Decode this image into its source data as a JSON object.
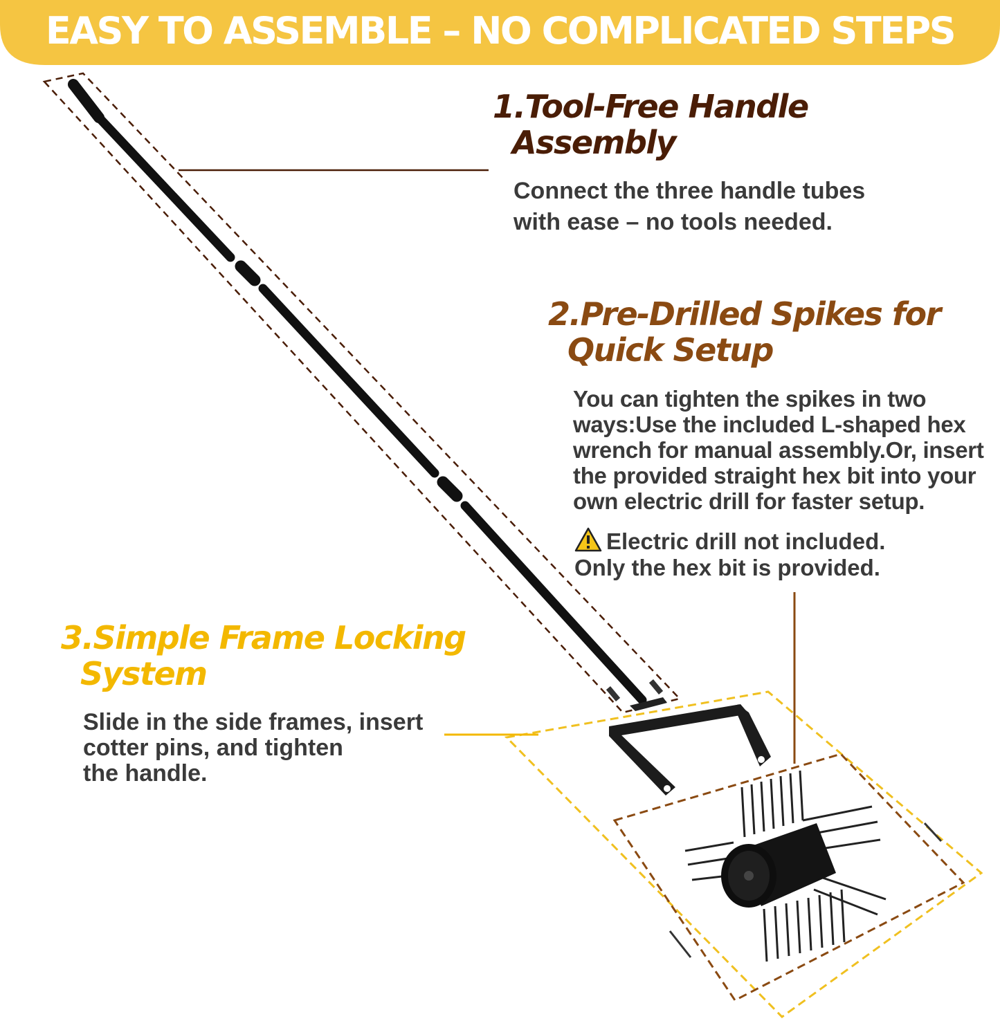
{
  "banner": {
    "title": "EASY TO ASSEMBLE – NO COMPLICATED STEPS",
    "color": "#f5c542"
  },
  "steps": [
    {
      "title_line1": "1.Tool-Free Handle",
      "title_line2": "Assembly",
      "desc_lines": [
        "Connect the three handle tubes",
        "with ease – no tools needed."
      ],
      "color": "#4a1d06"
    },
    {
      "title_line1": "2.Pre-Drilled Spikes for",
      "title_line2": "Quick Setup",
      "desc_lines": [
        "You can tighten the spikes in two",
        "ways:Use the included L-shaped hex",
        "wrench for manual assembly.Or, insert",
        "the provided straight hex bit into your",
        "own electric drill for faster setup."
      ],
      "note_lines": [
        "Electric drill not included.",
        "Only the hex bit is provided."
      ],
      "note_icon": "warning-icon",
      "color": "#8a4a12"
    },
    {
      "title_line1": "3.Simple Frame Locking",
      "title_line2": "System",
      "desc_lines": [
        "Slide in the side frames, insert",
        "cotter pins, and tighten",
        "the handle."
      ],
      "color": "#f3b800"
    }
  ]
}
